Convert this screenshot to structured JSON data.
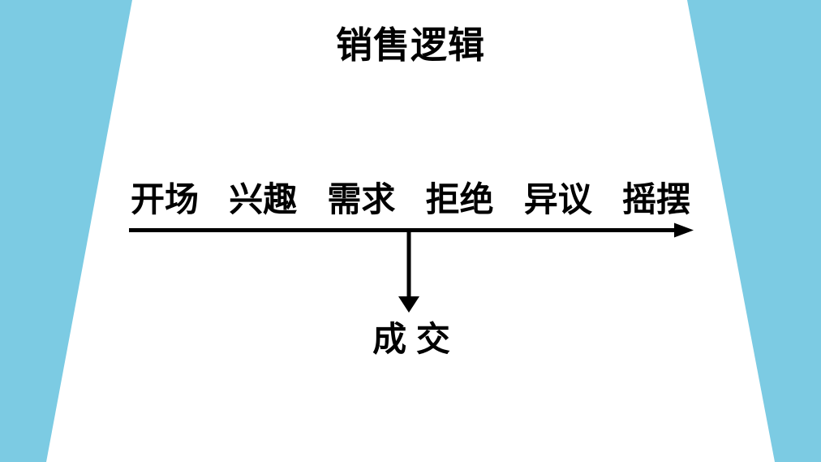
{
  "slide": {
    "title": "销售逻辑",
    "background_color": "#7ccbe3",
    "panel_color": "#ffffff",
    "text_color": "#000000"
  },
  "pipeline": {
    "stages": [
      {
        "label": "开场"
      },
      {
        "label": "兴趣"
      },
      {
        "label": "需求"
      },
      {
        "label": "拒绝"
      },
      {
        "label": "异议"
      },
      {
        "label": "摇摆"
      }
    ],
    "axis_icon": "right-arrow-icon",
    "branch_icon": "down-arrow-icon"
  },
  "outcome": {
    "label": "成 交"
  }
}
